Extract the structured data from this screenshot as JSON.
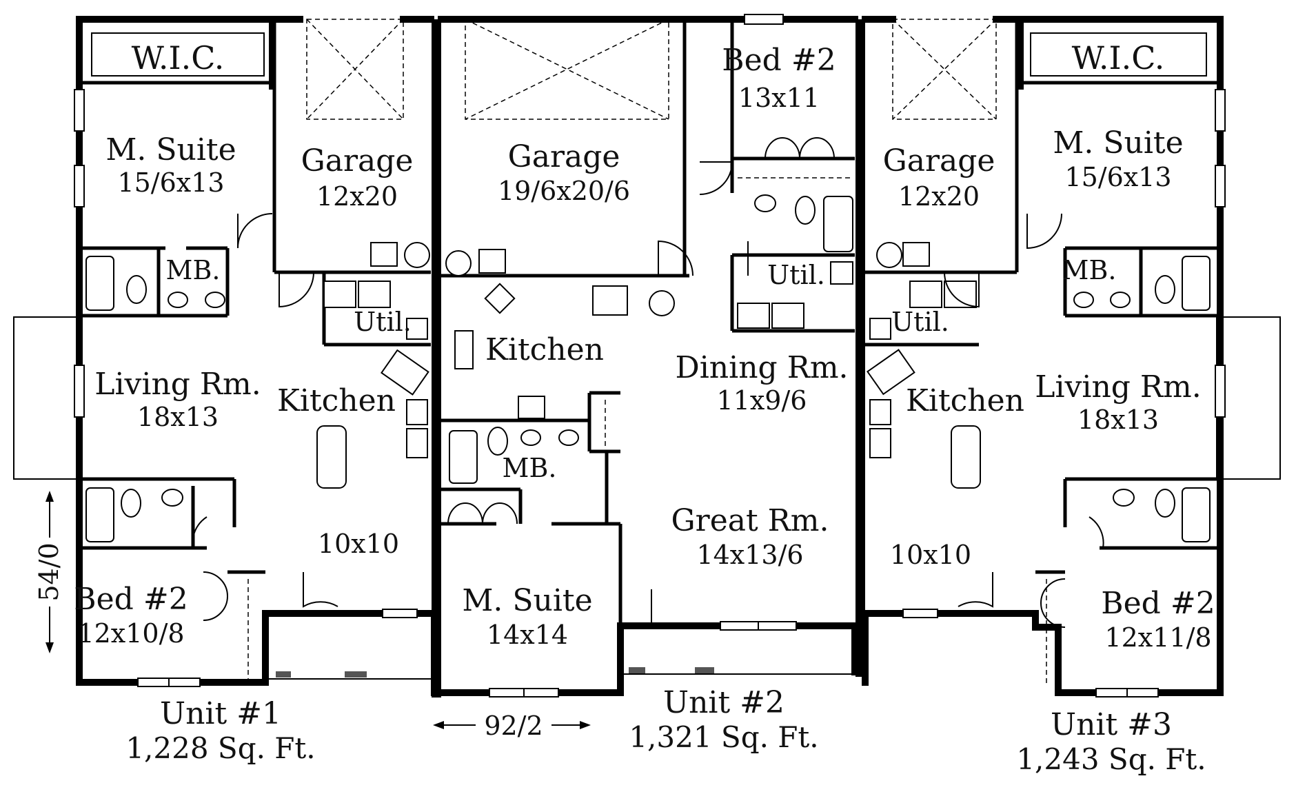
{
  "rooms": {
    "u1_wic": "W.I.C.",
    "u1_msuite": "M. Suite",
    "u1_msuite_dim": "15/6x13",
    "u1_garage": "Garage",
    "u1_garage_dim": "12x20",
    "u1_mb": "MB.",
    "u1_util": "Util.",
    "u1_living": "Living Rm.",
    "u1_living_dim": "18x13",
    "u1_kitchen": "Kitchen",
    "u1_dining_dim": "10x10",
    "u1_bed2": "Bed #2",
    "u1_bed2_dim": "12x10/8",
    "u2_garage": "Garage",
    "u2_garage_dim": "19/6x20/6",
    "u2_bed2": "Bed #2",
    "u2_bed2_dim": "13x11",
    "u2_kitchen": "Kitchen",
    "u2_util": "Util.",
    "u2_dining": "Dining Rm.",
    "u2_dining_dim": "11x9/6",
    "u2_mb": "MB.",
    "u2_great": "Great Rm.",
    "u2_great_dim": "14x13/6",
    "u2_msuite": "M. Suite",
    "u2_msuite_dim": "14x14",
    "u3_wic": "W.I.C.",
    "u3_garage": "Garage",
    "u3_garage_dim": "12x20",
    "u3_msuite": "M. Suite",
    "u3_msuite_dim": "15/6x13",
    "u3_mb": "MB.",
    "u3_util": "Util.",
    "u3_kitchen": "Kitchen",
    "u3_living": "Living Rm.",
    "u3_living_dim": "18x13",
    "u3_dining_dim": "10x10",
    "u3_bed2": "Bed #2",
    "u3_bed2_dim": "12x11/8"
  },
  "units": {
    "u1_title": "Unit #1",
    "u1_area": "1,228 Sq. Ft.",
    "u2_title": "Unit #2",
    "u2_area": "1,321 Sq. Ft.",
    "u3_title": "Unit #3",
    "u3_area": "1,243 Sq. Ft."
  },
  "dimensions": {
    "depth": "54/0",
    "width": "92/2"
  }
}
